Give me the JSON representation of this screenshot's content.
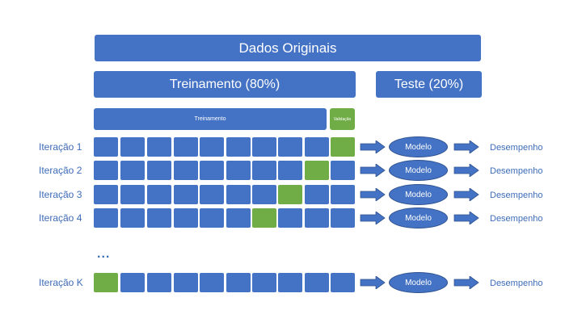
{
  "header": {
    "original_label": "Dados Originais"
  },
  "split": {
    "train_label": "Treinamento (80%)",
    "test_label": "Teste (20%)"
  },
  "fold_header": {
    "train_label": "Treinamento",
    "validation_label": "Validação"
  },
  "model_label": "Modelo",
  "performance_label": "Desempenho",
  "ellipsis": "...",
  "iterations": [
    {
      "label": "Iteração 1",
      "validation_fold": 10
    },
    {
      "label": "Iteração 2",
      "validation_fold": 9
    },
    {
      "label": "Iteração 3",
      "validation_fold": 8
    },
    {
      "label": "Iteração 4",
      "validation_fold": 7
    },
    {
      "label": "Iteração K",
      "validation_fold": 1
    }
  ],
  "folds_per_iteration": 10,
  "colors": {
    "block": "#4472C4",
    "validation": "#70AD47",
    "text": "#3d6bb8"
  }
}
